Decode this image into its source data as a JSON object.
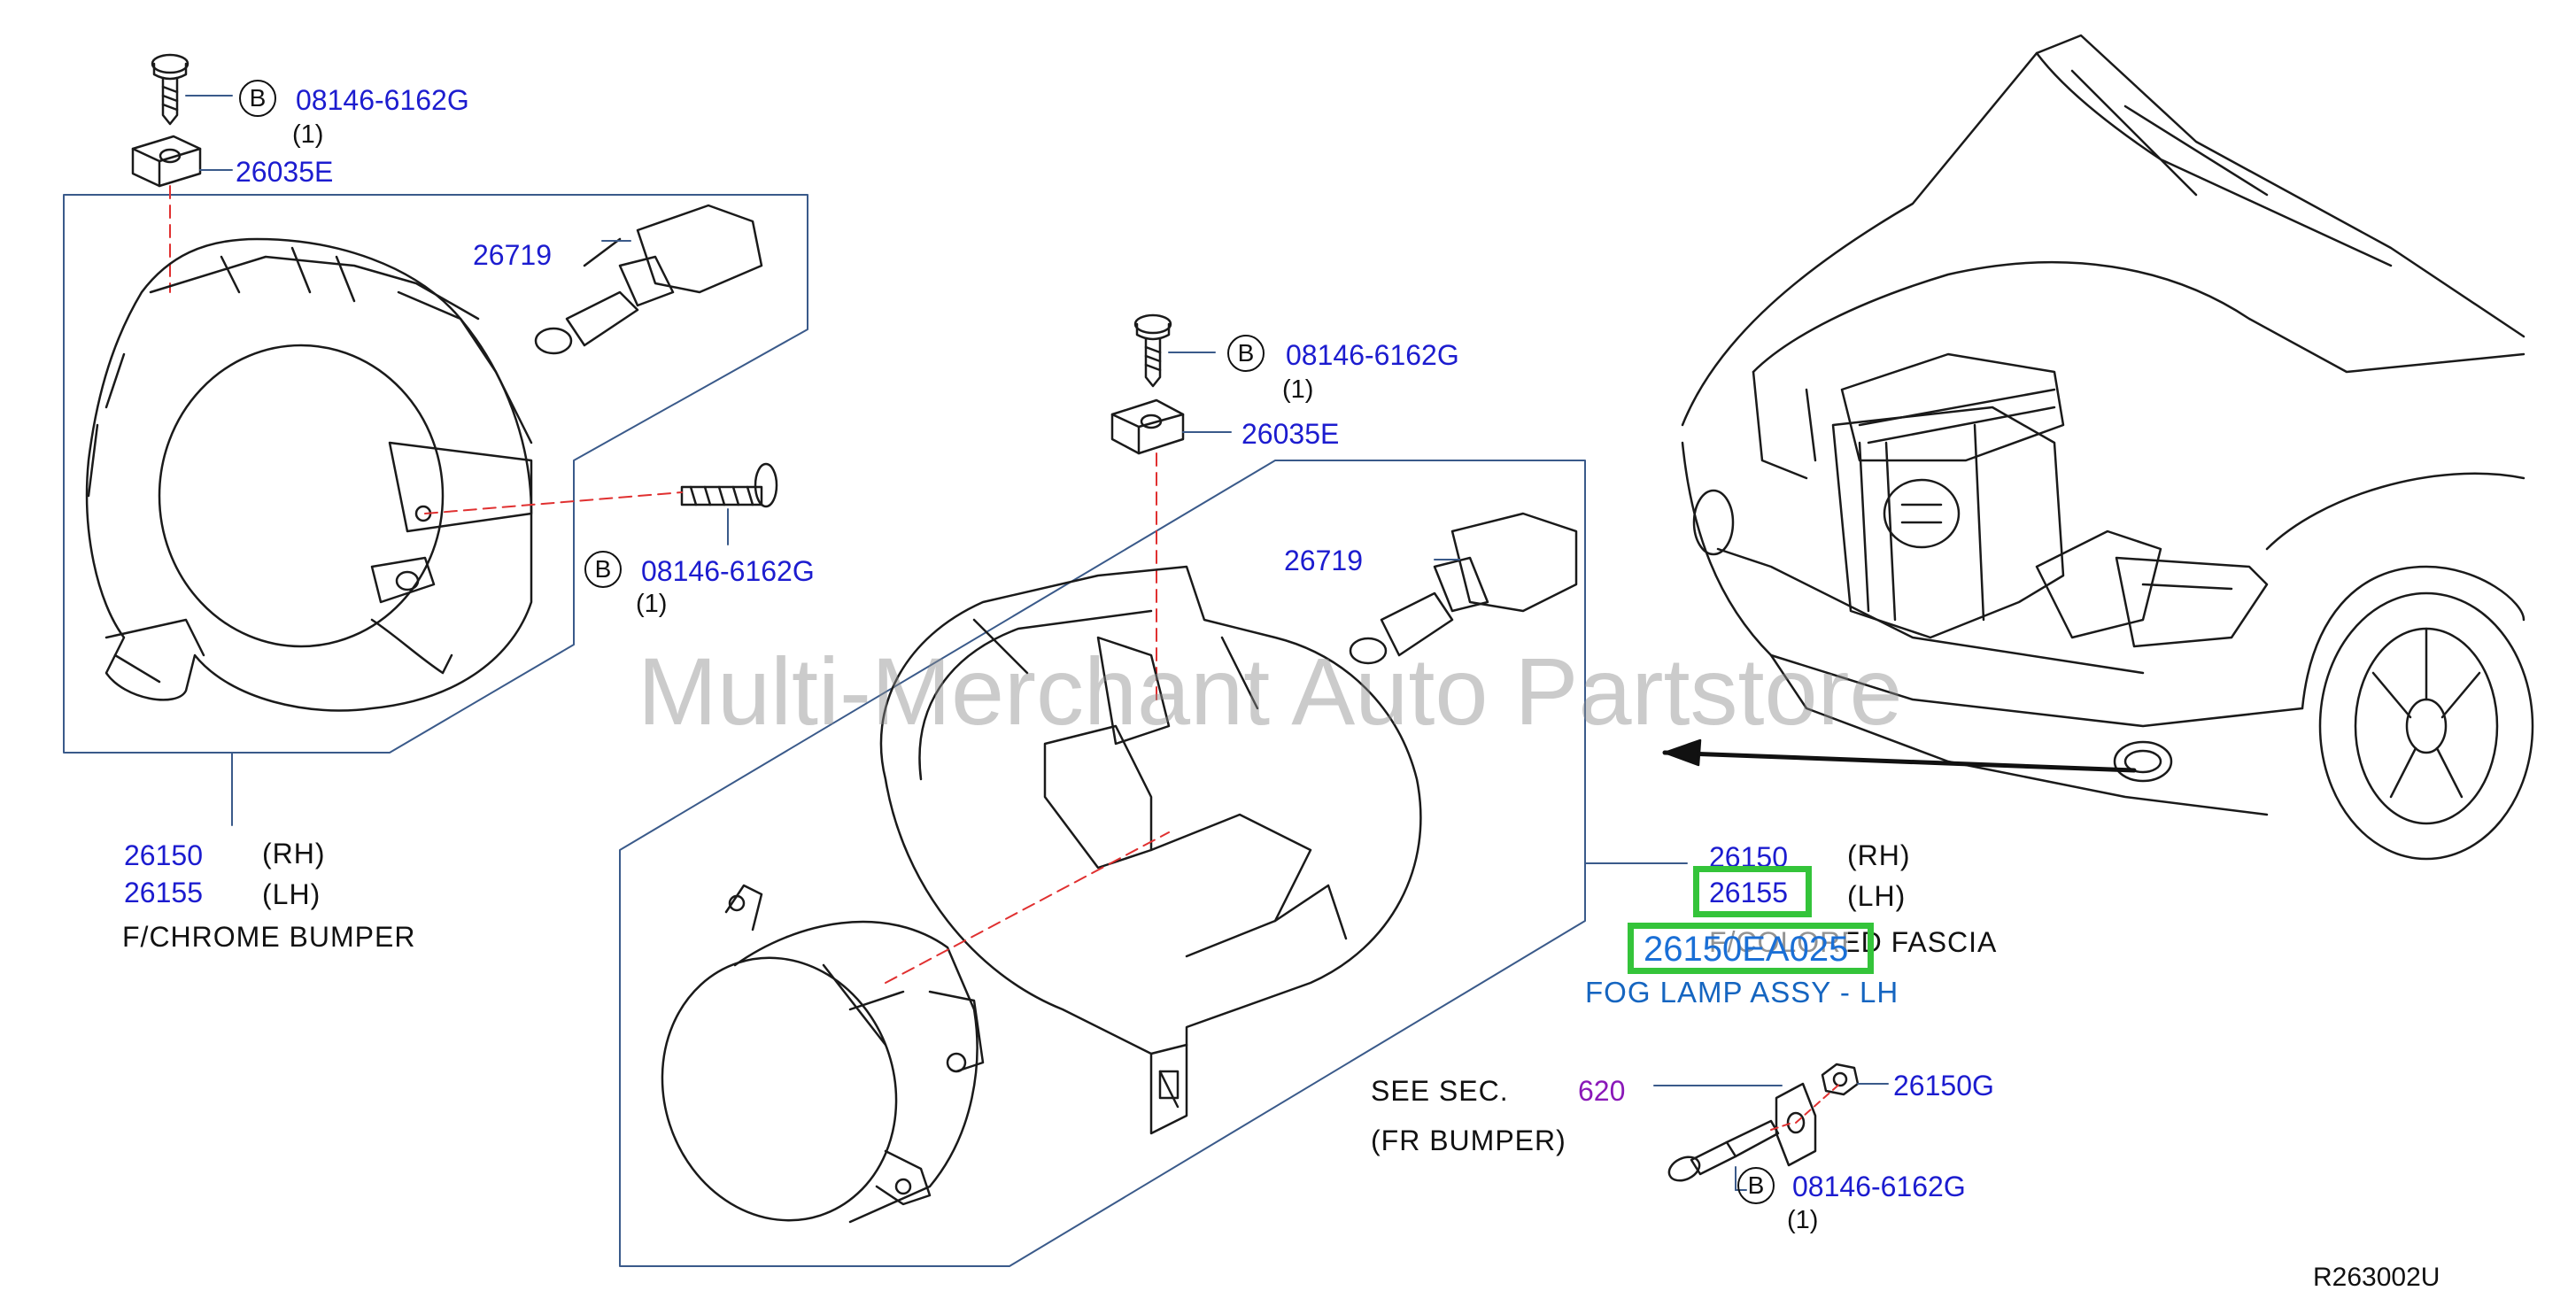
{
  "diagram": {
    "left_assembly": {
      "screw_top": {
        "circle": "B",
        "part": "08146-6162G",
        "qty": "(1)"
      },
      "nut_top": "26035E",
      "bulb": "26719",
      "screw_side": {
        "circle": "B",
        "part": "08146-6162G",
        "qty": "(1)"
      },
      "rh_part": "26150",
      "rh_side": "(RH)",
      "lh_part": "26155",
      "lh_side": "(LH)",
      "caption": "F/CHROME  BUMPER"
    },
    "right_assembly": {
      "screw_top": {
        "circle": "B",
        "part": "08146-6162G",
        "qty": "(1)"
      },
      "nut_top": "26035E",
      "bulb": "26719",
      "rh_part": "26150",
      "rh_side": "(RH)",
      "lh_part": "26155",
      "lh_side": "(LH)",
      "caption": "F/COLORED  FASCIA",
      "highlight_part": "26150EA025",
      "callout": "FOG LAMP ASSY - LH"
    },
    "bumper_ref": {
      "see_sec": "SEE  SEC.",
      "sec_number": "620",
      "fr_bumper": "(FR  BUMPER)",
      "nut": "26150G",
      "screw": {
        "circle": "B",
        "part": "08146-6162G",
        "qty": "(1)"
      }
    },
    "watermark": "Multi-Merchant Auto Partstore",
    "diagram_code": "R263002U",
    "icons": [
      "screw-icon",
      "clip-nut-icon",
      "bulb-icon",
      "fog-lamp-icon",
      "bracket-icon",
      "vehicle-front-icon",
      "flange-nut-icon"
    ],
    "colors": {
      "part_number": "#1c1ccf",
      "highlight": "#34c43a",
      "callout": "#1565c0",
      "section": "#8a18b8",
      "leader_dash": "#e03030"
    }
  }
}
